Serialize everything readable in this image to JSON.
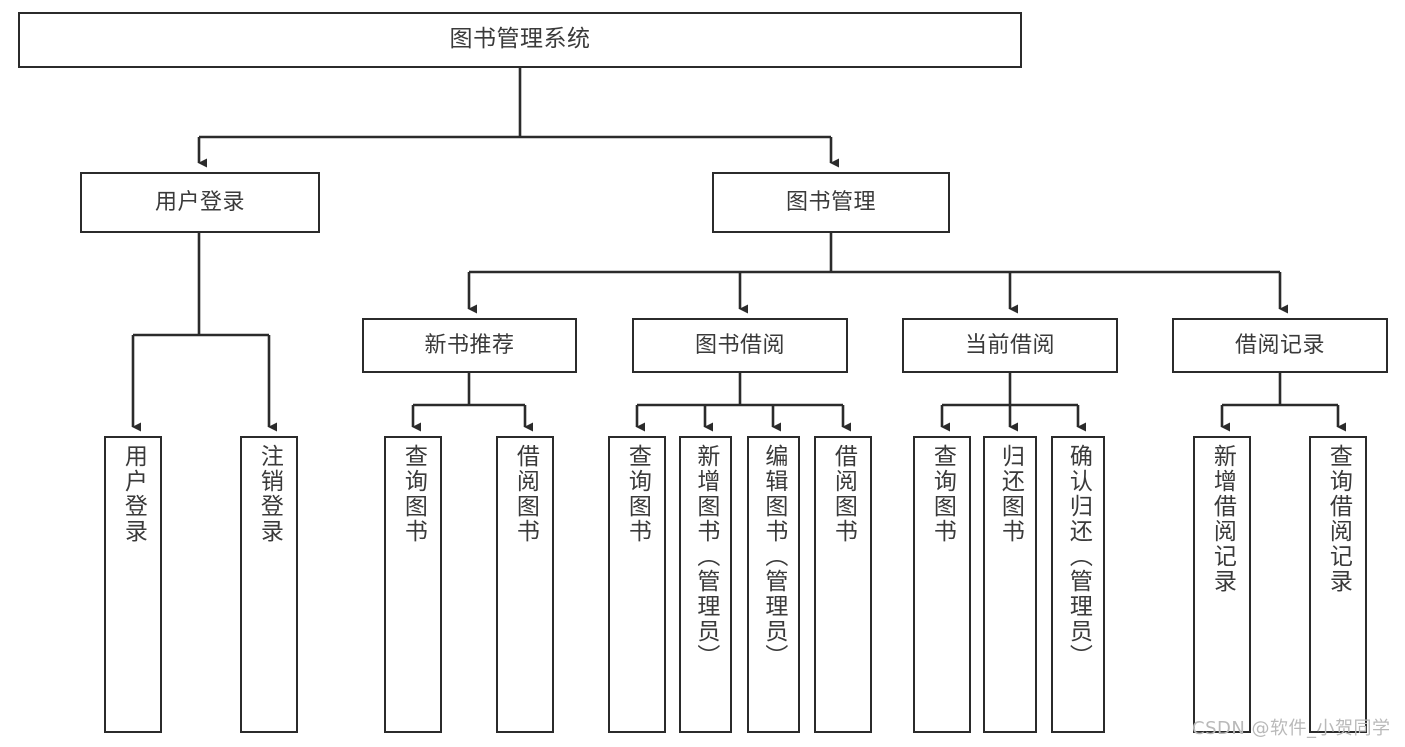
{
  "diagram": {
    "title": "图书管理系统",
    "type": "tree",
    "orientation": "top-down",
    "colors": {
      "box_border": "#2b2b2b",
      "box_fill": "#ffffff",
      "text": "#3a3a3a",
      "edge": "#2b2b2b",
      "watermark": "#b9b9b9",
      "background": "#ffffff"
    },
    "root": {
      "label": "图书管理系统"
    },
    "level1": [
      {
        "label": "用户登录"
      },
      {
        "label": "图书管理"
      }
    ],
    "login_children": [
      {
        "label": "用户登录"
      },
      {
        "label": "注销登录"
      }
    ],
    "manage_groups": [
      {
        "label": "新书推荐"
      },
      {
        "label": "图书借阅"
      },
      {
        "label": "当前借阅"
      },
      {
        "label": "借阅记录"
      }
    ],
    "new_book_children": [
      {
        "label": "查询图书"
      },
      {
        "label": "借阅图书"
      }
    ],
    "borrow_children": [
      {
        "label": "查询图书"
      },
      {
        "label": "新增图书（管理员）"
      },
      {
        "label": "编辑图书（管理员）"
      },
      {
        "label": "借阅图书"
      }
    ],
    "current_children": [
      {
        "label": "查询图书"
      },
      {
        "label": "归还图书"
      },
      {
        "label": "确认归还（管理员）"
      }
    ],
    "record_children": [
      {
        "label": "新增借阅记录"
      },
      {
        "label": "查询借阅记录"
      }
    ]
  },
  "watermark": {
    "text": "CSDN @软件_小贺同学"
  }
}
